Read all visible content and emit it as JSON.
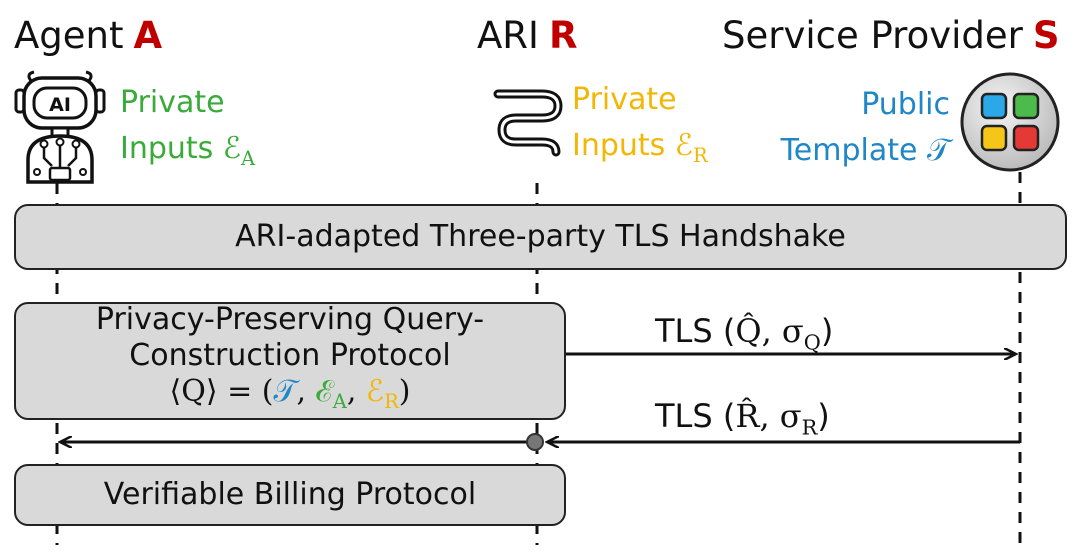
{
  "parties": {
    "agent": {
      "name": "Agent",
      "letter": "A"
    },
    "ari": {
      "name": "ARI",
      "letter": "R"
    },
    "provider": {
      "name": "Service Provider",
      "letter": "S"
    }
  },
  "agent_inputs": {
    "line1": "Private",
    "line2": "Inputs",
    "symbol": "ℰ",
    "sub": "A"
  },
  "ari_inputs": {
    "line1": "Private",
    "line2": "Inputs",
    "symbol": "ℰ",
    "sub": "R"
  },
  "provider_template": {
    "line1": "Public",
    "line2": "Template",
    "symbol": "𝒯"
  },
  "agent_icon_text": "AI",
  "handshake_label": "ARI-adapted Three-party TLS Handshake",
  "query_box": {
    "line1": "Privacy-Preserving Query-",
    "line2": "Construction Protocol",
    "formula": {
      "lhs": "⟨Q⟩ = (",
      "t": "𝒯",
      "c1": ", ",
      "ea": "ℰ",
      "ea_sub": "A",
      "c2": ", ",
      "er": "ℰ",
      "er_sub": "R",
      "close": ")"
    }
  },
  "msg_query": {
    "prefix": "TLS (",
    "q": "Q̂",
    "sep": ", σ",
    "sub": "Q",
    "close": ")"
  },
  "msg_response": {
    "prefix": "TLS (",
    "r": "R̂",
    "sep": ", σ",
    "sub": "R",
    "close": ")"
  },
  "billing_label": "Verifiable Billing Protocol",
  "colors": {
    "party_letter": "#c00000",
    "green": "#3aab3a",
    "yellow": "#f2b705",
    "blue": "#1f86c8",
    "box_fill": "#d9d9d9"
  }
}
